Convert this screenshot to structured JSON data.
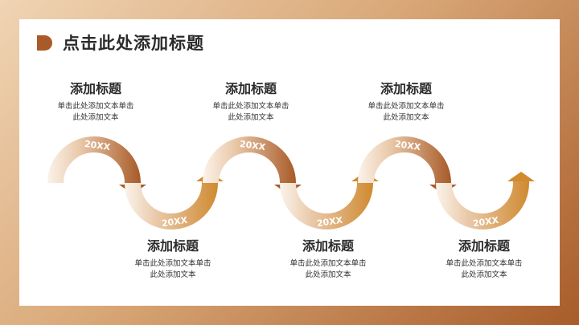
{
  "slide": {
    "title": "点击此处添加标题",
    "accent_color": "#a85a28",
    "secondary_color": "#d08a30"
  },
  "items": [
    {
      "heading": "添加标题",
      "desc_line1": "单击此处添加文本单击",
      "desc_line2": "此处添加文本",
      "year": "20XX",
      "position": "top"
    },
    {
      "heading": "添加标题",
      "desc_line1": "单击此处添加文本单击",
      "desc_line2": "此处添加文本",
      "year": "20XX",
      "position": "bottom"
    },
    {
      "heading": "添加标题",
      "desc_line1": "单击此处添加文本单击",
      "desc_line2": "此处添加文本",
      "year": "20XX",
      "position": "top"
    },
    {
      "heading": "添加标题",
      "desc_line1": "单击此处添加文本单击",
      "desc_line2": "此处添加文本",
      "year": "20XX",
      "position": "bottom"
    },
    {
      "heading": "添加标题",
      "desc_line1": "单击此处添加文本单击",
      "desc_line2": "此处添加文本",
      "year": "20XX",
      "position": "top"
    },
    {
      "heading": "添加标题",
      "desc_line1": "单击此处添加文本单击",
      "desc_line2": "此处添加文本",
      "year": "20XX",
      "position": "bottom"
    }
  ]
}
